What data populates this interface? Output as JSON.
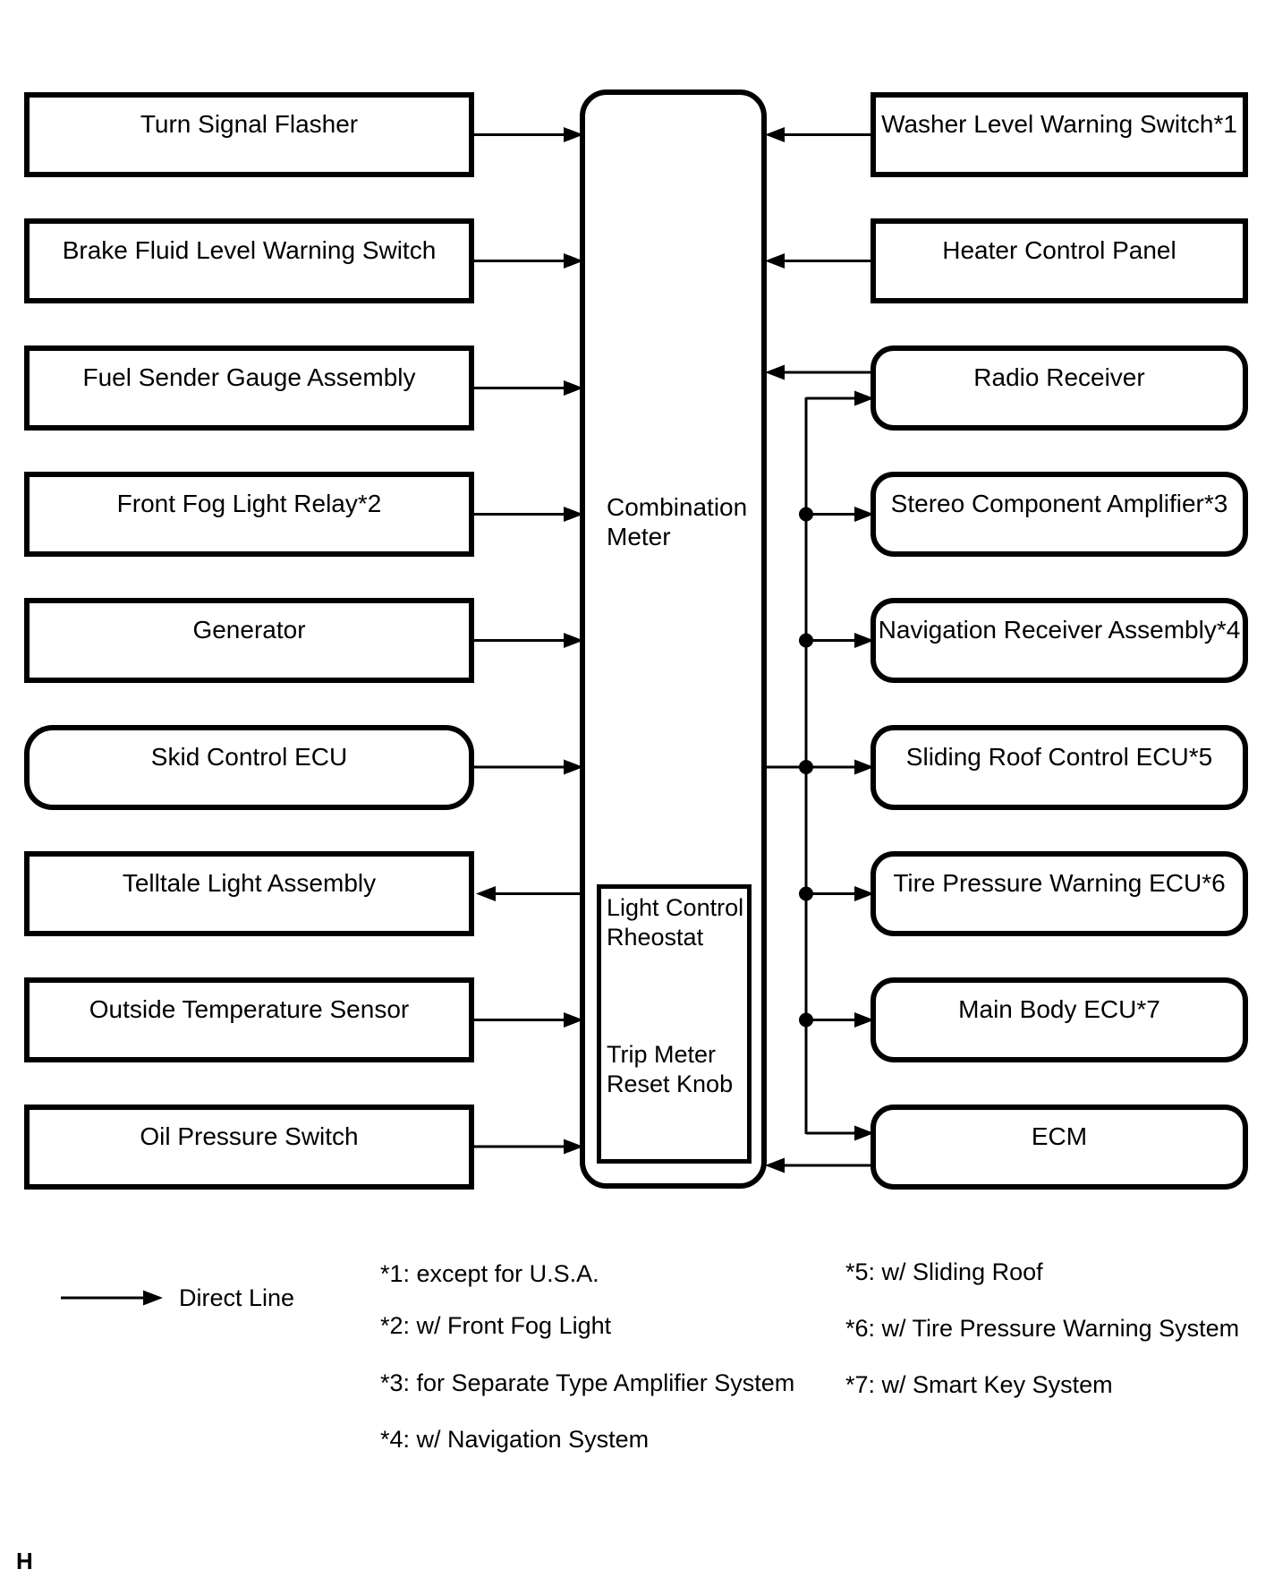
{
  "diagram": {
    "left_nodes": [
      {
        "label": "Turn Signal Flasher"
      },
      {
        "label": "Brake Fluid Level Warning Switch"
      },
      {
        "label": "Fuel Sender Gauge Assembly"
      },
      {
        "label": "Front Fog Light Relay*2"
      },
      {
        "label": "Generator"
      },
      {
        "label": "Skid Control ECU"
      },
      {
        "label": "Telltale Light Assembly"
      },
      {
        "label": "Outside Temperature Sensor"
      },
      {
        "label": "Oil Pressure Switch"
      }
    ],
    "center": {
      "meter_label": "Combination Meter",
      "light_control_rheostat": "Light Control Rheostat",
      "trip_meter_reset_knob": "Trip Meter Reset Knob"
    },
    "right_nodes": [
      {
        "label": "Washer Level Warning Switch*1"
      },
      {
        "label": "Heater Control Panel"
      },
      {
        "label": "Radio Receiver"
      },
      {
        "label": "Stereo Component Amplifier*3"
      },
      {
        "label": "Navigation Receiver Assembly*4"
      },
      {
        "label": "Sliding Roof Control ECU*5"
      },
      {
        "label": "Tire Pressure Warning ECU*6"
      },
      {
        "label": "Main Body ECU*7"
      },
      {
        "label": "ECM"
      }
    ],
    "legend": {
      "direct_line": "Direct Line"
    },
    "footnotes": {
      "col1": [
        "*1: except for U.S.A.",
        "*2: w/ Front Fog Light",
        "*3: for Separate Type Amplifier System",
        "*4: w/ Navigation System"
      ],
      "col2": [
        "*5: w/ Sliding Roof",
        "*6: w/ Tire Pressure Warning System",
        "*7: w/ Smart Key System"
      ]
    },
    "page_marker": "H",
    "colors": {
      "line": "#000000",
      "background": "#ffffff"
    }
  }
}
